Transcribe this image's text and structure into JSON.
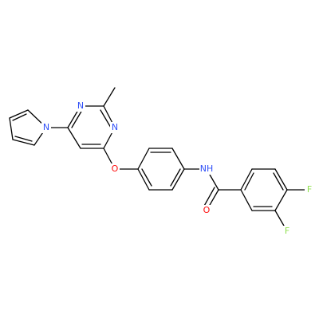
{
  "molecule": {
    "colors": {
      "bond": "#000000",
      "nitrogen": "#3050F8",
      "oxygen": "#FF0D0D",
      "fluorine": "#90E050"
    },
    "atoms": {
      "n_pyrrole": "N",
      "n_pyrimidine_top": "N",
      "n_pyrimidine_right": "N",
      "o_ether": "O",
      "nh_amide": "NH",
      "o_carbonyl": "O",
      "f_para": "F",
      "f_meta": "F"
    }
  }
}
